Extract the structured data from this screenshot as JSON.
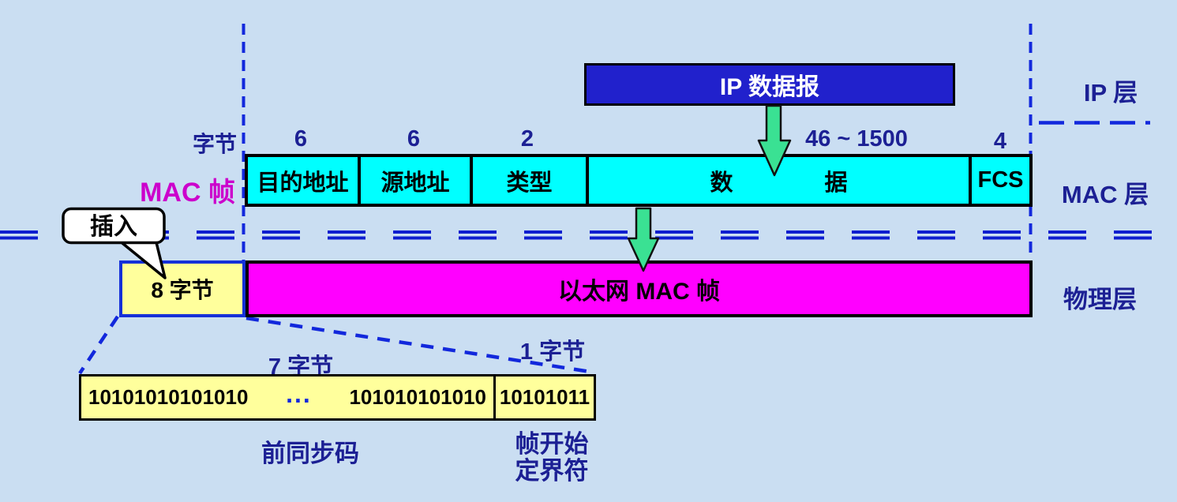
{
  "colors": {
    "background": "#cadef2",
    "field_cyan": "#00ffff",
    "frame_magenta": "#ff00ff",
    "preamble_yellow": "#ffff9c",
    "ip_box_blue": "#2121cc",
    "label_navy": "#1c2094",
    "dashed_line_blue": "#1228dc",
    "arrow_green": "#3ae193",
    "mac_frame_label_magenta": "#cc00cc"
  },
  "ip_layer": {
    "datagram_label": "IP 数据报",
    "layer_label": "IP 层"
  },
  "mac_layer": {
    "byte_unit": "字节",
    "row_label": "MAC 帧",
    "layer_label": "MAC 层",
    "fields": [
      {
        "bytes": "6",
        "label": "目的地址"
      },
      {
        "bytes": "6",
        "label": "源地址"
      },
      {
        "bytes": "2",
        "label": "类型"
      },
      {
        "bytes": "46 ~ 1500",
        "label": "数　　　　据"
      },
      {
        "bytes": "4",
        "label": "FCS"
      }
    ]
  },
  "physical_layer": {
    "insert_callout": "插入",
    "preamble_bytes": "8 字节",
    "frame_label": "以太网 MAC 帧",
    "layer_label": "物理层"
  },
  "preamble_detail": {
    "sync_bytes": "7 字节",
    "sfd_bytes": "1 字节",
    "sync_bits_left": "10101010101010",
    "ellipsis": "...",
    "sync_bits_right": "101010101010",
    "sfd_bits": "10101011",
    "sync_name": "前同步码",
    "sfd_name_line1": "帧开始",
    "sfd_name_line2": "定界符"
  }
}
